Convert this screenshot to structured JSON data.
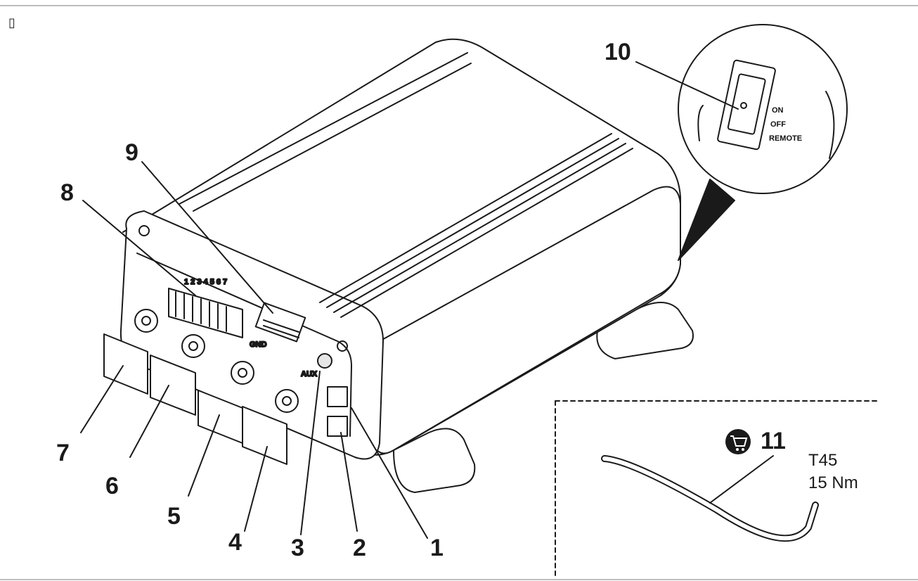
{
  "corner_glyph": "▯",
  "callouts": [
    {
      "id": "1",
      "label": "1"
    },
    {
      "id": "2",
      "label": "2"
    },
    {
      "id": "3",
      "label": "3"
    },
    {
      "id": "4",
      "label": "4"
    },
    {
      "id": "5",
      "label": "5"
    },
    {
      "id": "6",
      "label": "6"
    },
    {
      "id": "7",
      "label": "7"
    },
    {
      "id": "8",
      "label": "8"
    },
    {
      "id": "9",
      "label": "9"
    },
    {
      "id": "10",
      "label": "10"
    },
    {
      "id": "11",
      "label": "11"
    }
  ],
  "switch_positions": [
    "ON",
    "OFF",
    "REMOTE"
  ],
  "panel_labels": {
    "aux": "AUX",
    "gnd": "GND",
    "terminal_numbers": "1 2 3 4 5 6 7"
  },
  "tool_spec": {
    "bit": "T45",
    "torque": "15 Nm"
  },
  "icons": {
    "cart": "shopping-cart-icon"
  },
  "colors": {
    "line": "#1a1a1a",
    "frame": "#bdbdbd",
    "background": "#ffffff"
  }
}
